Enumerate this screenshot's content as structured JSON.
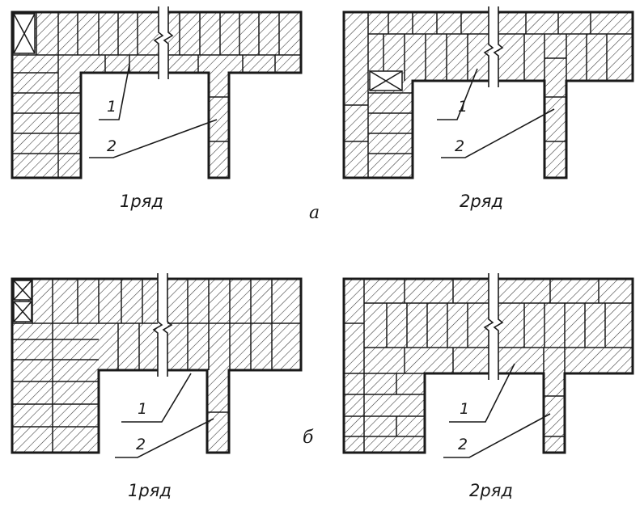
{
  "panels": {
    "a_row1": {
      "row_caption": "1ряд",
      "label_1": "1",
      "label_2": "2"
    },
    "a_row2": {
      "row_caption": "2ряд",
      "label_1": "1",
      "label_2": "2"
    },
    "b_row1": {
      "row_caption": "1ряд",
      "label_1": "1",
      "label_2": "2"
    },
    "b_row2": {
      "row_caption": "2ряд",
      "label_1": "1",
      "label_2": "2"
    }
  },
  "section_labels": {
    "a": "а",
    "b": "б"
  }
}
